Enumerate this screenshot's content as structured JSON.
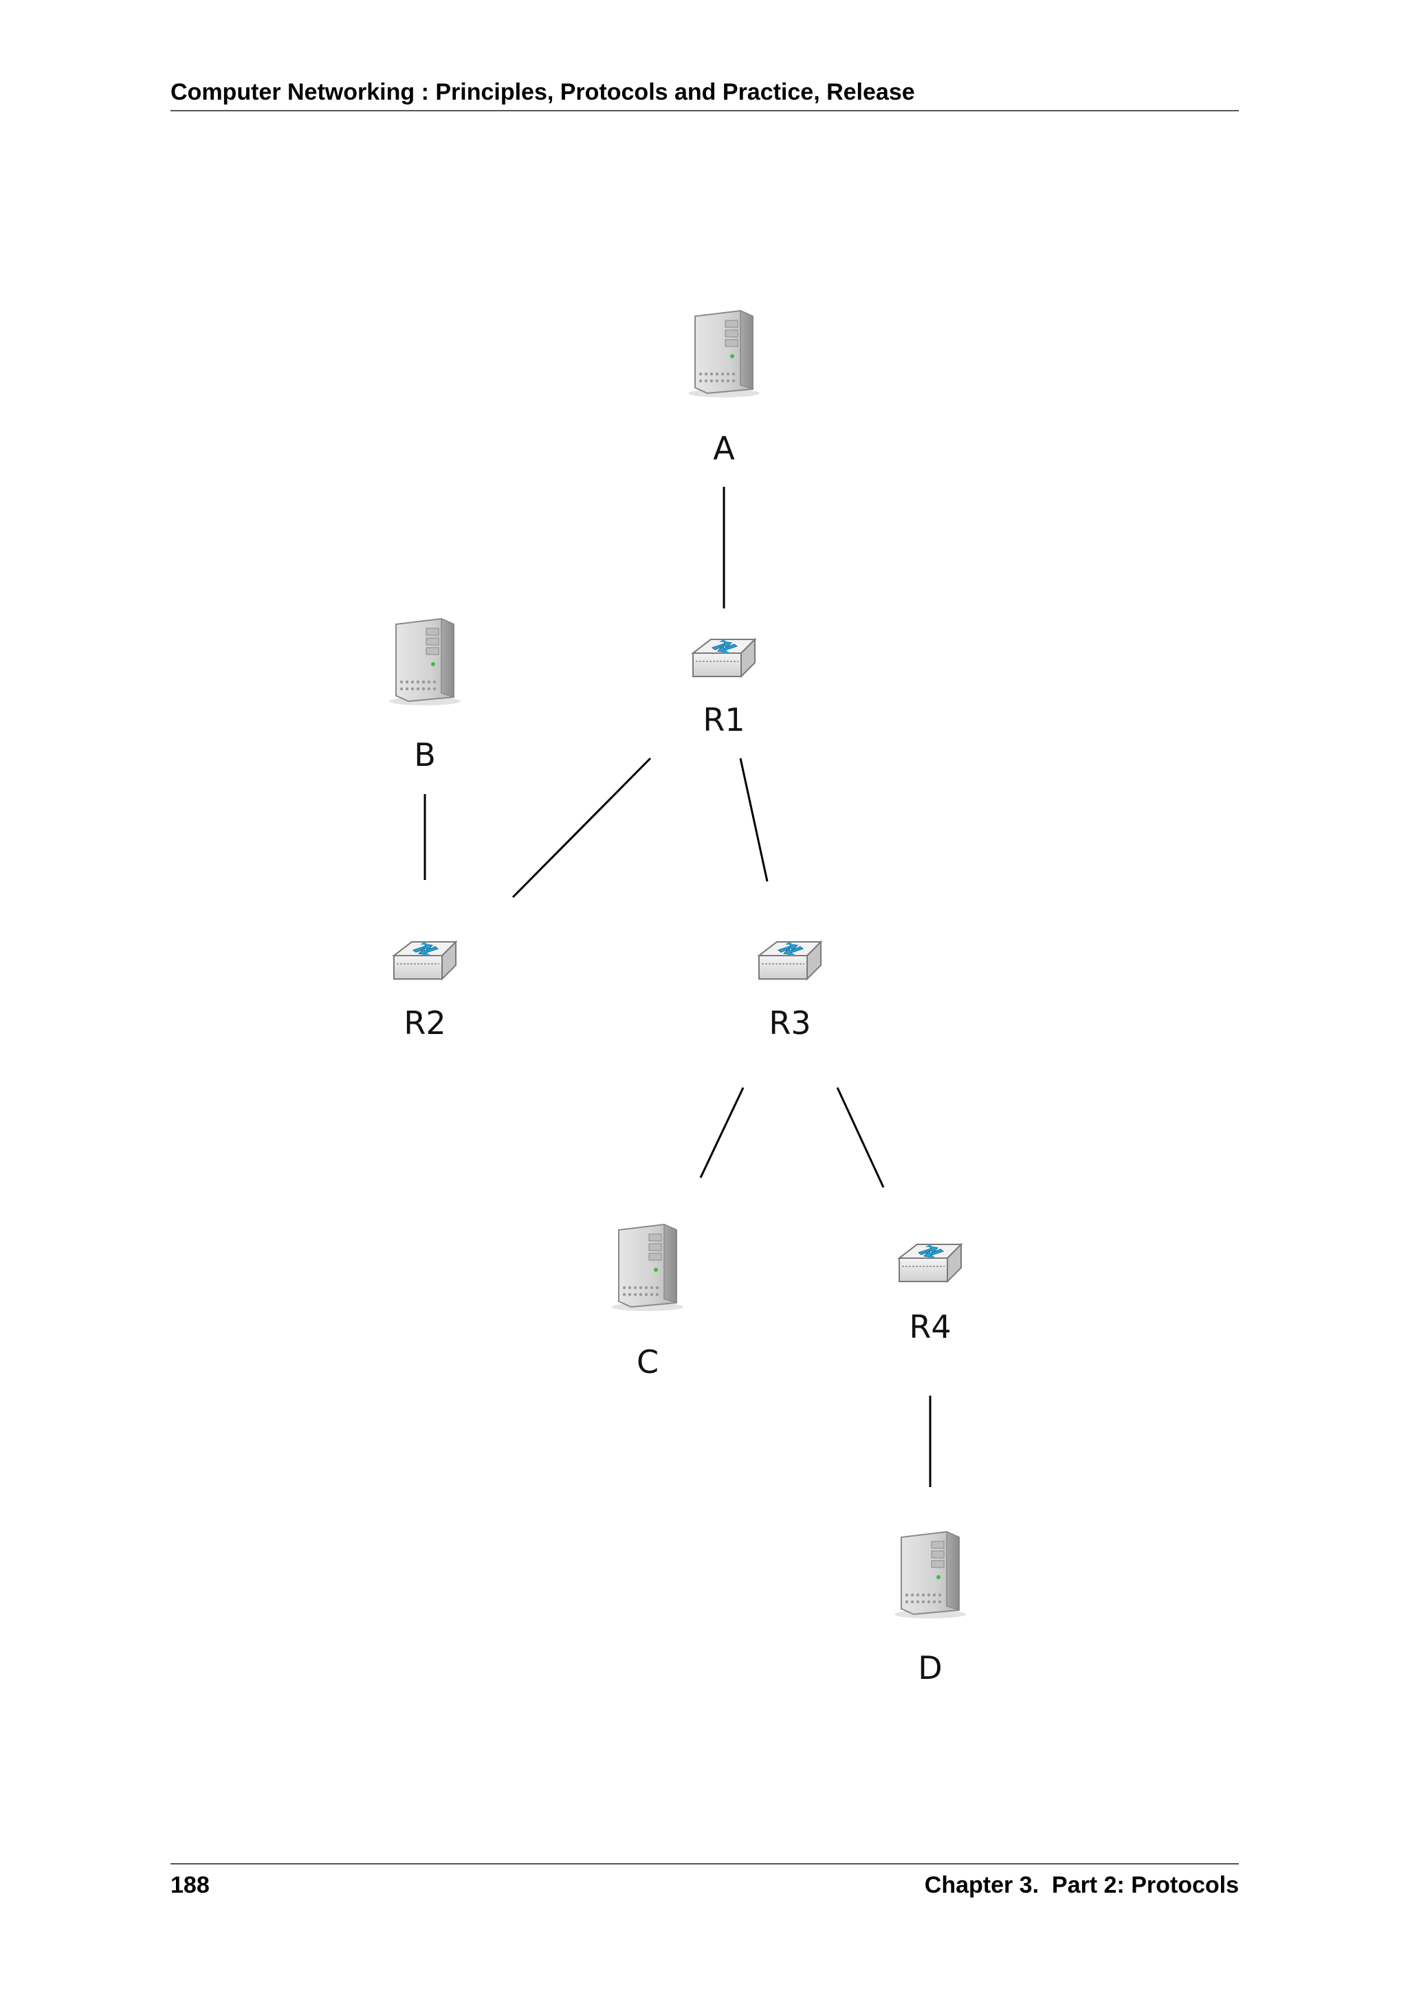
{
  "header": {
    "running_title": "Computer Networking : Principles, Protocols and Practice, Release"
  },
  "footer": {
    "page_number": "188",
    "chapter": "Chapter 3.  Part 2: Protocols"
  },
  "diagram": {
    "nodes": [
      {
        "id": "A",
        "kind": "host",
        "label": "A"
      },
      {
        "id": "B",
        "kind": "host",
        "label": "B"
      },
      {
        "id": "R1",
        "kind": "router",
        "label": "R1"
      },
      {
        "id": "R2",
        "kind": "router",
        "label": "R2"
      },
      {
        "id": "R3",
        "kind": "router",
        "label": "R3"
      },
      {
        "id": "C",
        "kind": "host",
        "label": "C"
      },
      {
        "id": "R4",
        "kind": "router",
        "label": "R4"
      },
      {
        "id": "D",
        "kind": "host",
        "label": "D"
      }
    ],
    "links": [
      [
        "A",
        "R1"
      ],
      [
        "B",
        "R2"
      ],
      [
        "R1",
        "R2"
      ],
      [
        "R1",
        "R3"
      ],
      [
        "R3",
        "C"
      ],
      [
        "R3",
        "R4"
      ],
      [
        "R4",
        "D"
      ]
    ],
    "icons": {
      "host": "server-tower-icon",
      "router": "router-icon"
    }
  }
}
